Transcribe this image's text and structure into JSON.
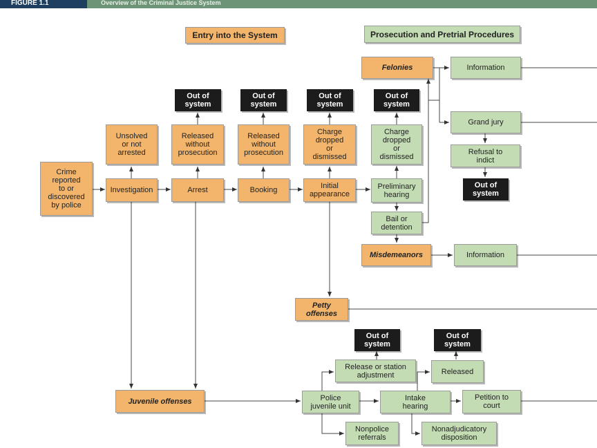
{
  "header": {
    "figure_label": "FIGURE 1.1",
    "caption": "Overview of the Criminal Justice System"
  },
  "sections": {
    "entry": "Entry into the System",
    "prosecution": "Prosecution and Pretrial Procedures"
  },
  "nodes": {
    "crime": "Crime\nreported\nto or\ndiscovered\nby police",
    "investigation": "Investigation",
    "arrest": "Arrest",
    "booking": "Booking",
    "initial_appearance": "Initial\nappearance",
    "preliminary_hearing": "Preliminary\nhearing",
    "bail": "Bail or\ndetention",
    "unsolved": "Unsolved\nor not\narrested",
    "released_arrest": "Released\nwithout\nprosecution",
    "released_booking": "Released\nwithout\nprosecution",
    "charge_dropped_1": "Charge\ndropped\nor\ndismissed",
    "charge_dropped_2": "Charge\ndropped\nor\ndismissed",
    "felonies": "Felonies",
    "misdemeanors": "Misdemeanors",
    "petty": "Petty\noffenses",
    "juvenile": "Juvenile offenses",
    "information_1": "Information",
    "grand_jury": "Grand jury",
    "refusal": "Refusal to\nindict",
    "information_2": "Information",
    "police_juvenile": "Police\njuvenile unit",
    "release_station": "Release or station\nadjustment",
    "nonpolice": "Nonpolice\nreferrals",
    "intake": "Intake\nhearing",
    "released_juv": "Released",
    "nonadjudicatory": "Nonadjudicatory\ndisposition",
    "petition": "Petition to\ncourt",
    "out_of_system": "Out of\nsystem"
  },
  "colors": {
    "orange": "#f2b56b",
    "green": "#c3dcb4",
    "black": "#1c1c1c",
    "header_bar": "#6e9478",
    "figure_label_bg": "#1e3f5f"
  }
}
